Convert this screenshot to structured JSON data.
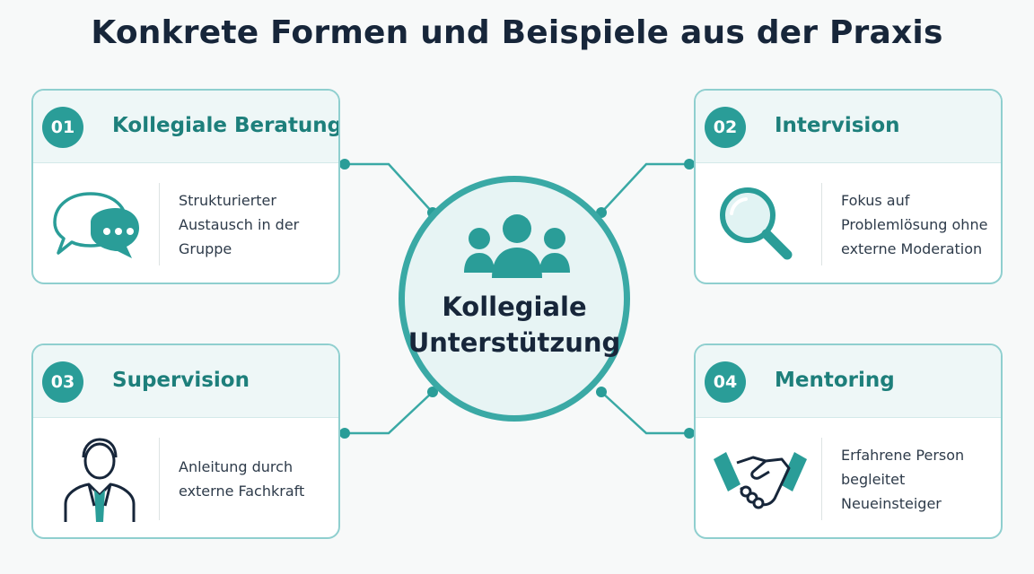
{
  "title": "Konkrete Formen und Beispiele aus der Praxis",
  "hub": {
    "line1": "Kollegiale",
    "line2": "Unterstützung",
    "icon": "group-icon"
  },
  "cards": [
    {
      "number": "01",
      "title": "Kollegiale Beratung",
      "description": "Strukturierter Austausch in der Gruppe",
      "icon": "speech-bubbles-icon"
    },
    {
      "number": "02",
      "title": "Intervision",
      "description": "Fokus auf Problemlösung ohne externe Moderation",
      "icon": "magnifier-icon"
    },
    {
      "number": "03",
      "title": "Supervision",
      "description": "Anleitung durch externe Fachkraft",
      "icon": "person-icon"
    },
    {
      "number": "04",
      "title": "Mentoring",
      "description": "Erfahrene Person begleitet Neueinsteiger",
      "icon": "handshake-icon"
    }
  ],
  "colors": {
    "accent": "#2a9d98",
    "card_title": "#1d7f7b",
    "card_border": "#8fcfcf",
    "hub_fill": "#e7f4f4",
    "hub_border": "#3aa9a5",
    "text_dark": "#17263a"
  }
}
